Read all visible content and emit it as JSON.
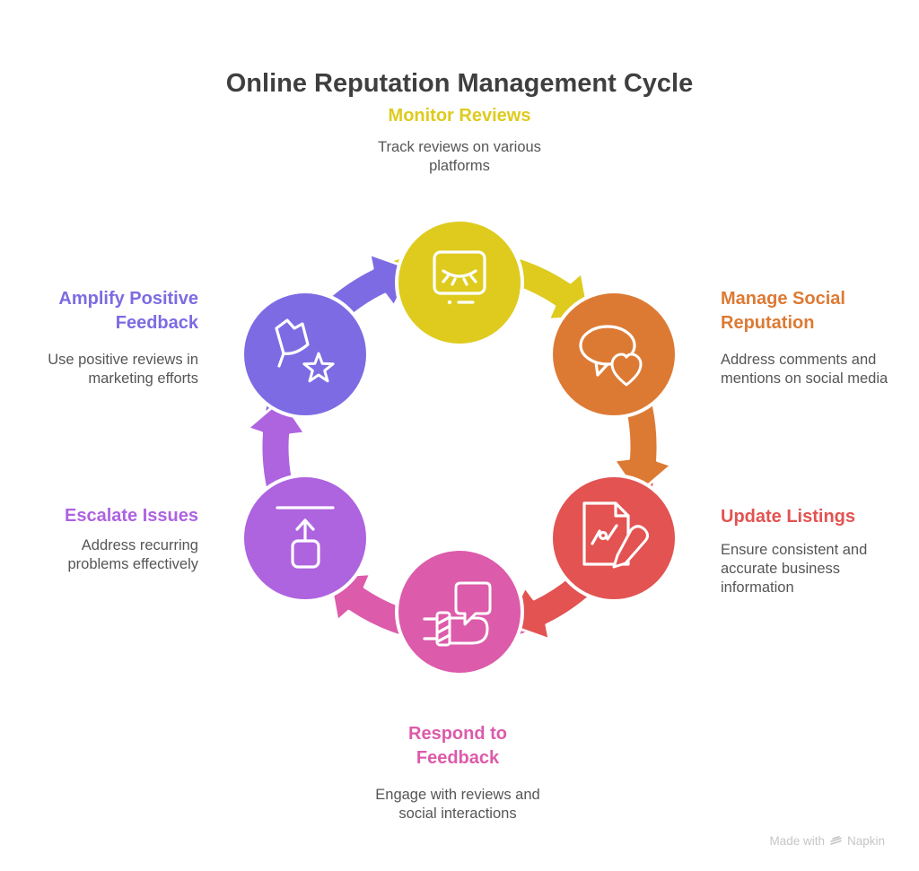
{
  "title": "Online Reputation Management Cycle",
  "colors": {
    "title_text": "#3F3F3F",
    "description_text": "#565656",
    "watermark_text": "#C6C6C6"
  },
  "nodes": [
    {
      "id": "monitor-reviews",
      "color": "#DECB1E",
      "icon": "monitor-closed-eye-icon",
      "label_lines": [
        "Monitor Reviews"
      ],
      "desc_lines": [
        "Track reviews on various",
        "platforms"
      ]
    },
    {
      "id": "manage-social-reputation",
      "color": "#DC7A34",
      "icon": "chat-bubble-heart-icon",
      "label_lines": [
        "Manage Social",
        "Reputation"
      ],
      "desc_lines": [
        "Address comments and",
        "mentions on social media"
      ]
    },
    {
      "id": "update-listings",
      "color": "#E25351",
      "icon": "document-pencil-icon",
      "label_lines": [
        "Update Listings"
      ],
      "desc_lines": [
        "Ensure consistent and",
        "accurate business",
        "information"
      ]
    },
    {
      "id": "respond-to-feedback",
      "color": "#DC5BAA",
      "icon": "hand-holding-chat-icon",
      "label_lines": [
        "Respond to",
        "Feedback"
      ],
      "desc_lines": [
        "Engage with reviews and",
        "social interactions"
      ]
    },
    {
      "id": "escalate-issues",
      "color": "#AE63DF",
      "icon": "raise-box-arrow-icon",
      "label_lines": [
        "Escalate Issues"
      ],
      "desc_lines": [
        "Address recurring",
        "problems effectively"
      ]
    },
    {
      "id": "amplify-positive-feedback",
      "color": "#7C6BE2",
      "icon": "flag-star-icon",
      "label_lines": [
        "Amplify Positive",
        "Feedback"
      ],
      "desc_lines": [
        "Use positive reviews in",
        "marketing efforts"
      ]
    }
  ],
  "footer": {
    "made_with": "Made with",
    "brand": "Napkin"
  }
}
